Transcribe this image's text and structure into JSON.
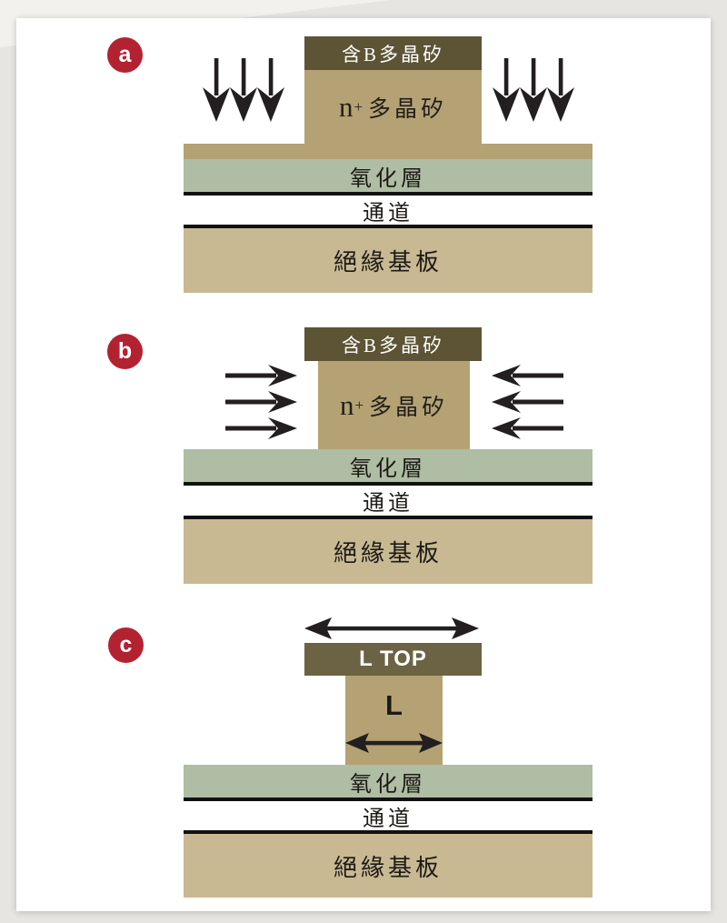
{
  "colors": {
    "badge": "#b32230",
    "cap_dark": "#5c5435",
    "cap_light": "#6c6344",
    "poly_tan": "#b4a274",
    "oxide_green": "#aebda3",
    "substrate_tan": "#c8b993",
    "ink": "#231f20",
    "paper": "#ffffff",
    "outer": "#e7e5e1"
  },
  "labels": {
    "cap": "含B多晶矽",
    "block_n": "n",
    "block_sup": "+",
    "block_poly": "多晶矽",
    "oxide": "氧化層",
    "channel": "通道",
    "substrate": "絕緣基板",
    "l_top": "L TOP",
    "l_width": "L"
  },
  "panels": [
    {
      "badge": "a",
      "arrows": "implant-down"
    },
    {
      "badge": "b",
      "arrows": "lateral-inward"
    },
    {
      "badge": "c",
      "arrows": "width-dimension"
    }
  ]
}
